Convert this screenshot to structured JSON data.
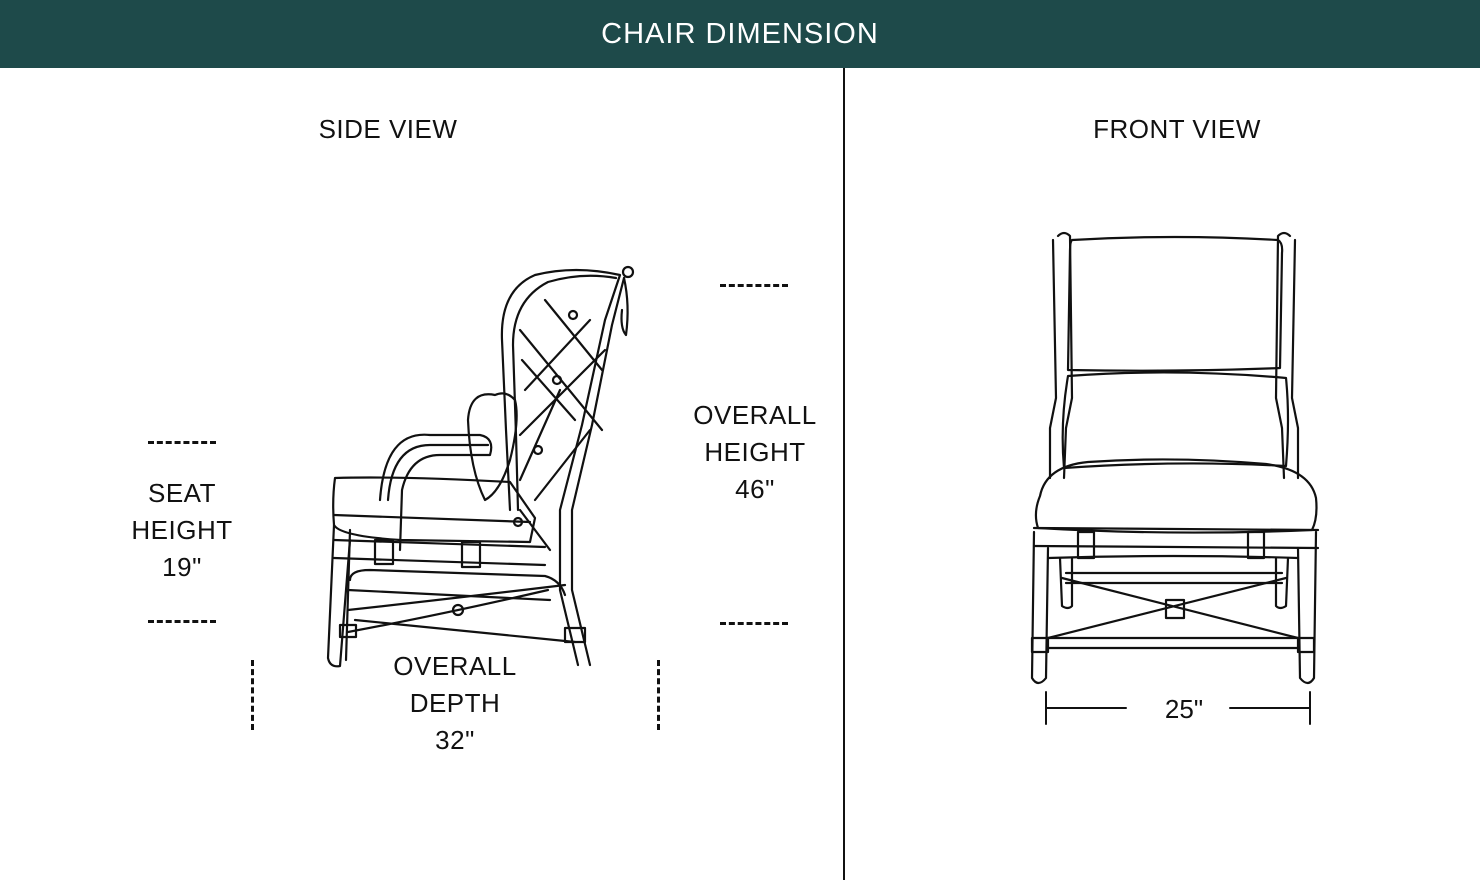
{
  "header": {
    "title": "CHAIR DIMENSION"
  },
  "side_view": {
    "title": "SIDE VIEW",
    "seat_height": {
      "line1": "SEAT",
      "line2": "HEIGHT",
      "value": "19\""
    },
    "overall_height": {
      "line1": "OVERALL",
      "line2": "HEIGHT",
      "value": "46\""
    },
    "overall_depth": {
      "line1": "OVERALL",
      "line2": "DEPTH",
      "value": "32\""
    }
  },
  "front_view": {
    "title": "FRONT VIEW",
    "width_value": "25\""
  },
  "colors": {
    "header_bg": "#1e4a4a",
    "header_text": "#ffffff",
    "line": "#111111"
  }
}
